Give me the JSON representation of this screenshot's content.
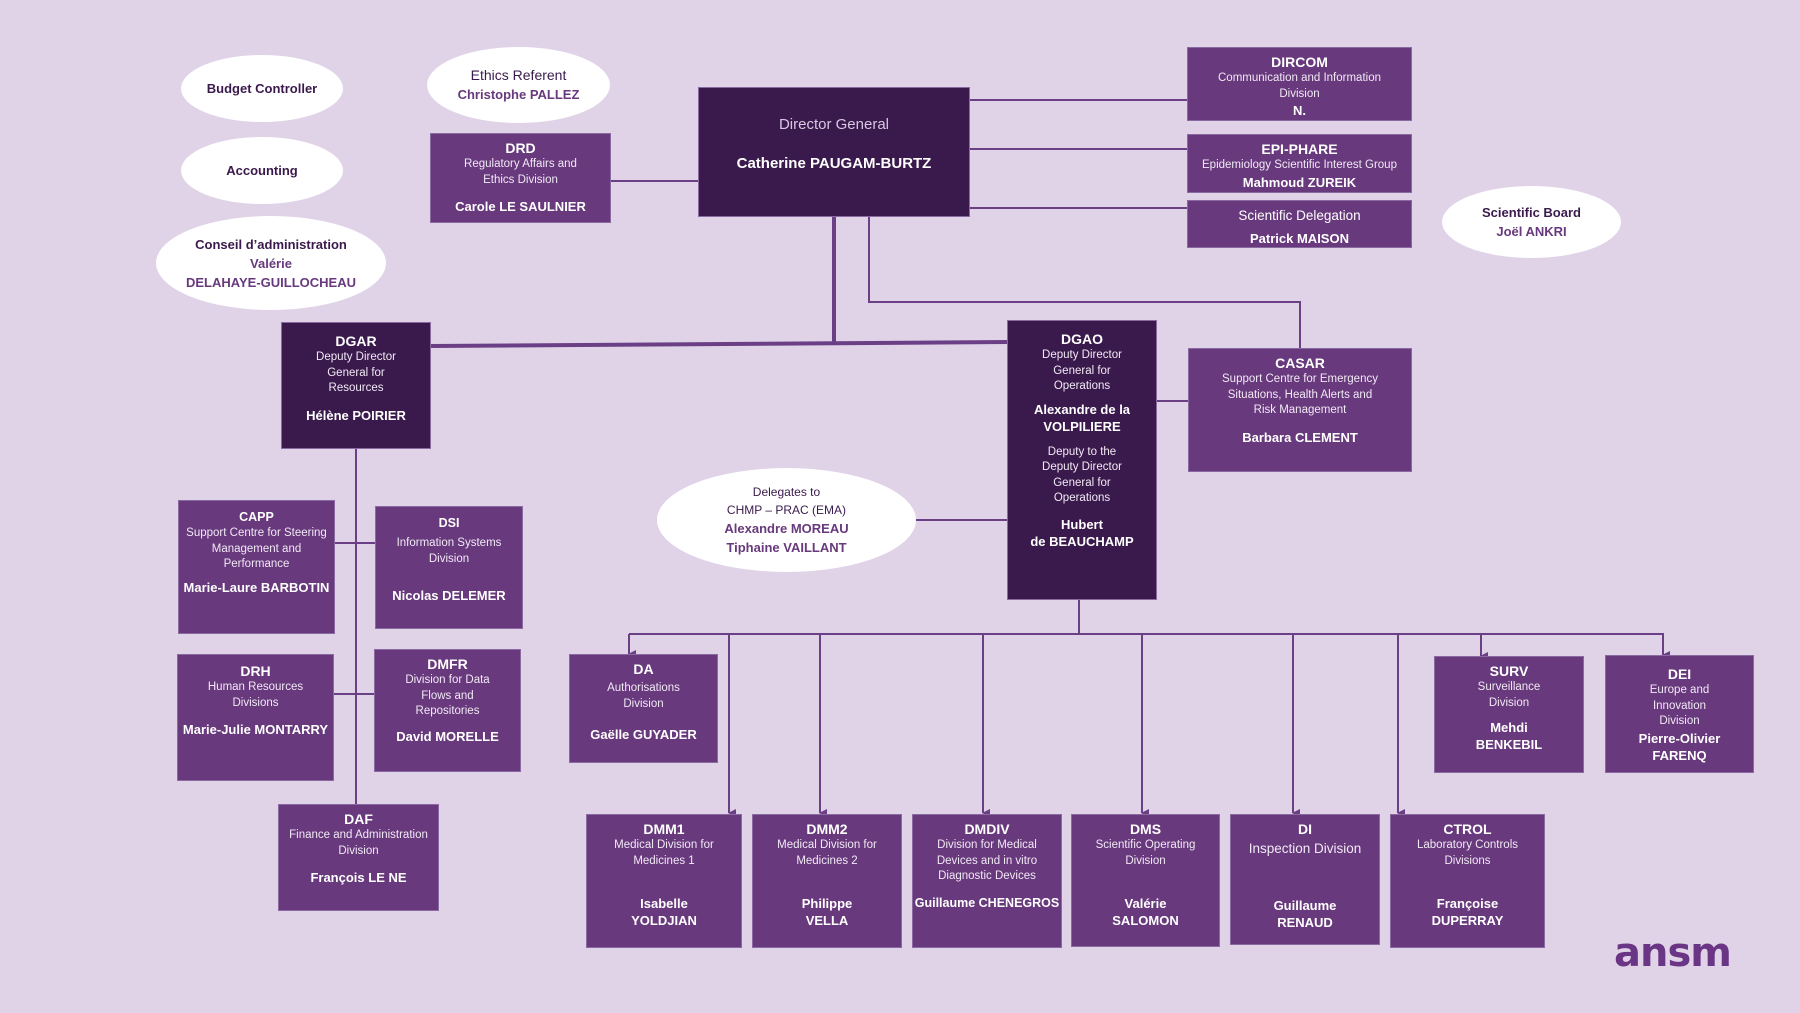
{
  "ovals": {
    "budget": {
      "title": "Budget Controller"
    },
    "accounting": {
      "title": "Accounting"
    },
    "conseil": {
      "title": "Conseil d’administration",
      "person1": "Valérie",
      "person2": "DELAHAYE-GUILLOCHEAU"
    },
    "ethics": {
      "title": "Ethics Referent",
      "person": "Christophe PALLEZ"
    },
    "scientific_board": {
      "title": "Scientific Board",
      "person": "Joël ANKRI"
    },
    "delegates": {
      "line1": "Delegates to",
      "line2": "CHMP – PRAC (EMA)",
      "person1": "Alexandre MOREAU",
      "person2": "Tiphaine VAILLANT"
    }
  },
  "director_general": {
    "title": "Director General",
    "name": "Catherine PAUGAM-BURTZ"
  },
  "drd": {
    "abbr": "DRD",
    "desc1": "Regulatory Affairs and",
    "desc2": "Ethics Division",
    "name": "Carole LE SAULNIER"
  },
  "dircom": {
    "abbr": "DIRCOM",
    "desc1": "Communication and Information",
    "desc2": "Division",
    "name": "N."
  },
  "epiphare": {
    "abbr": "EPI-PHARE",
    "desc1": "Epidemiology Scientific Interest Group",
    "name": "Mahmoud ZUREIK"
  },
  "sci_delegation": {
    "title": "Scientific Delegation",
    "name": "Patrick MAISON"
  },
  "dgar": {
    "abbr": "DGAR",
    "desc1": "Deputy Director",
    "desc2": "General for",
    "desc3": "Resources",
    "name": "Hélène POIRIER"
  },
  "dgao": {
    "abbr": "DGAO",
    "desc1": "Deputy Director",
    "desc2": "General for",
    "desc3": "Operations",
    "name1": "Alexandre de la",
    "name2": "VOLPILIERE",
    "deputy1": "Deputy to the",
    "deputy2": "Deputy Director",
    "deputy3": "General for",
    "deputy4": "Operations",
    "dname1": "Hubert",
    "dname2": "de BEAUCHAMP"
  },
  "casar": {
    "abbr": "CASAR",
    "desc1": "Support Centre for Emergency",
    "desc2": "Situations, Health Alerts and",
    "desc3": "Risk Management",
    "name": "Barbara CLEMENT"
  },
  "capp": {
    "abbr": "CAPP",
    "desc1": "Support Centre for Steering",
    "desc2": "Management and",
    "desc3": "Performance",
    "name": "Marie-Laure BARBOTIN"
  },
  "dsi": {
    "abbr": "DSI",
    "desc1": "Information Systems",
    "desc2": "Division",
    "name": "Nicolas DELEMER"
  },
  "drh": {
    "abbr": "DRH",
    "desc1": "Human Resources",
    "desc2": "Divisions",
    "name": "Marie-Julie MONTARRY"
  },
  "dmfr": {
    "abbr": "DMFR",
    "desc1": "Division for Data",
    "desc2": "Flows and",
    "desc3": "Repositories",
    "name": "David MORELLE"
  },
  "daf": {
    "abbr": "DAF",
    "desc1": "Finance and Administration",
    "desc2": "Division",
    "name": "François LE NE"
  },
  "da": {
    "abbr": "DA",
    "desc1": "Authorisations",
    "desc2": "Division",
    "name": "Gaëlle GUYADER"
  },
  "surv": {
    "abbr": "SURV",
    "desc1": "Surveillance",
    "desc2": "Division",
    "name1": "Mehdi",
    "name2": "BENKEBIL"
  },
  "dei": {
    "abbr": "DEI",
    "desc1": "Europe  and",
    "desc2": "Innovation",
    "desc3": "Division",
    "name1": "Pierre-Olivier",
    "name2": "FARENQ"
  },
  "dmm1": {
    "abbr": "DMM1",
    "desc1": "Medical Division for",
    "desc2": "Medicines 1",
    "name1": "Isabelle",
    "name2": "YOLDJIAN"
  },
  "dmm2": {
    "abbr": "DMM2",
    "desc1": "Medical Division for",
    "desc2": "Medicines 2",
    "name1": "Philippe",
    "name2": "VELLA"
  },
  "dmdiv": {
    "abbr": "DMDIV",
    "desc1": "Division for Medical",
    "desc2": "Devices and  in vitro",
    "desc3": "Diagnostic Devices",
    "name": "Guillaume CHENEGROS"
  },
  "dms": {
    "abbr": "DMS",
    "desc1": "Scientific Operating",
    "desc2": "Division",
    "name1": "Valérie",
    "name2": "SALOMON"
  },
  "di": {
    "abbr": "DI",
    "desc1": "Inspection Division",
    "name1": "Guillaume",
    "name2": "RENAUD"
  },
  "ctrol": {
    "abbr": "CTROL",
    "desc1": "Laboratory Controls",
    "desc2": "Divisions",
    "name1": "Françoise",
    "name2": "DUPERRAY"
  },
  "logo": {
    "text": "ansm"
  },
  "colors": {
    "background": "#e0d3e8",
    "dark_box": "#3a1a4c",
    "mid_box": "#68397c",
    "line": "#6b3f86",
    "oval": "#ffffff"
  }
}
